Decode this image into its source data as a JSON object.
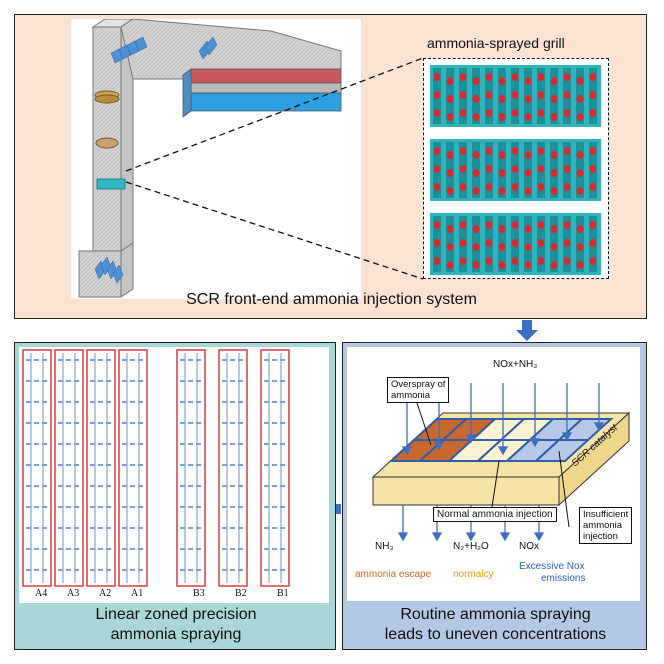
{
  "top_panel": {
    "caption": "SCR front-end ammonia injection system",
    "grill_title": "ammonia-sprayed grill"
  },
  "left_panel": {
    "caption_line1": "Linear zoned precision",
    "caption_line2": "ammonia spraying",
    "zones": [
      "A4",
      "A3",
      "A2",
      "A1",
      "B3",
      "B2",
      "B1"
    ]
  },
  "right_panel": {
    "caption_line1": "Routine ammonia spraying",
    "caption_line2": "leads to uneven concentrations",
    "inlet": "NOx+NH₃",
    "overspray_line1": "Overspray of",
    "overspray_line2": "ammonia",
    "normal": "Normal ammonia injection",
    "insufficient_line1": "Insufficient",
    "insufficient_line2": "ammonia",
    "insufficient_line3": "injection",
    "catalyst": "SCR catalyst",
    "out_nh3": "NH₃",
    "out_n2": "N₂+H₂O",
    "out_nox": "NOx",
    "escape": "ammonia escape",
    "normalcy": "normalcy",
    "excess_line1": "Excessive Nox",
    "excess_line2": "emissions"
  },
  "colors": {
    "top_bg": "#fbe3d4",
    "left_bg": "#a9d6d6",
    "right_bg": "#b5c8e3",
    "arrow": "#3a6fc4",
    "escape": "#c8651e",
    "normalcy": "#d4a017",
    "excess": "#2e62b5"
  }
}
